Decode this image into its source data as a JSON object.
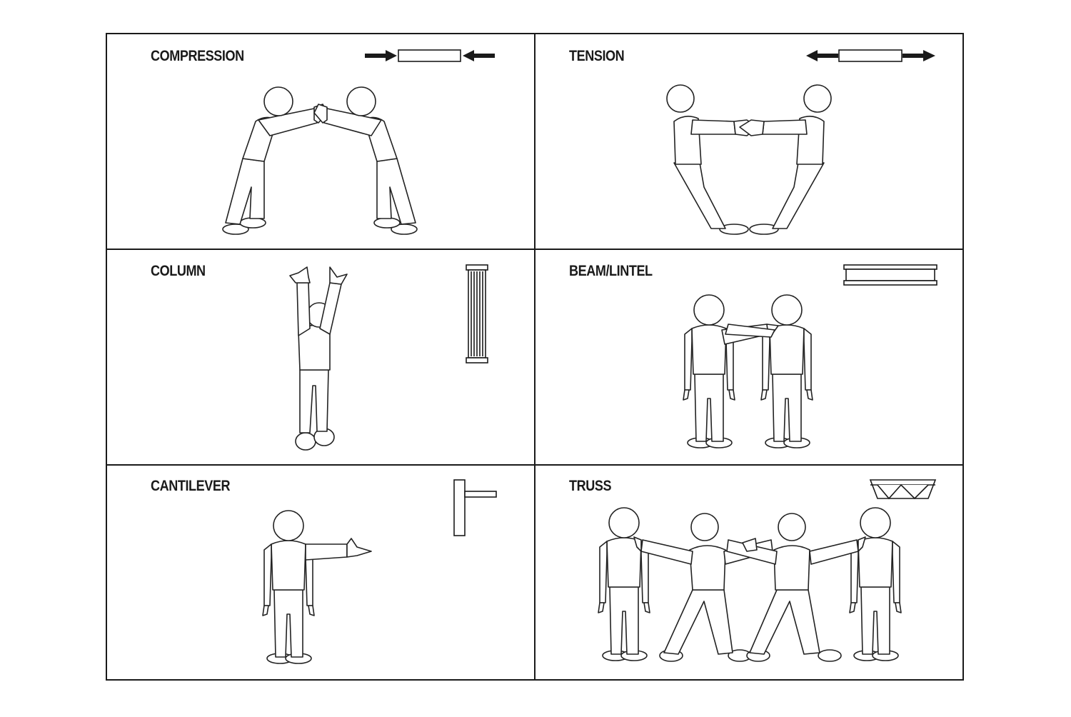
{
  "panels": [
    {
      "key": "compression",
      "title": "COMPRESSION",
      "symbol": "arrows-inward-bar-icon"
    },
    {
      "key": "tension",
      "title": "TENSION",
      "symbol": "arrows-outward-bar-icon"
    },
    {
      "key": "column",
      "title": "COLUMN",
      "symbol": "column-icon"
    },
    {
      "key": "beam",
      "title": "BEAM/LINTEL",
      "symbol": "i-beam-icon"
    },
    {
      "key": "cantilever",
      "title": "CANTILEVER",
      "symbol": "cantilever-icon"
    },
    {
      "key": "truss",
      "title": "TRUSS",
      "symbol": "truss-icon"
    }
  ],
  "colors": {
    "ink": "#1a1a1a",
    "paper": "#ffffff"
  }
}
